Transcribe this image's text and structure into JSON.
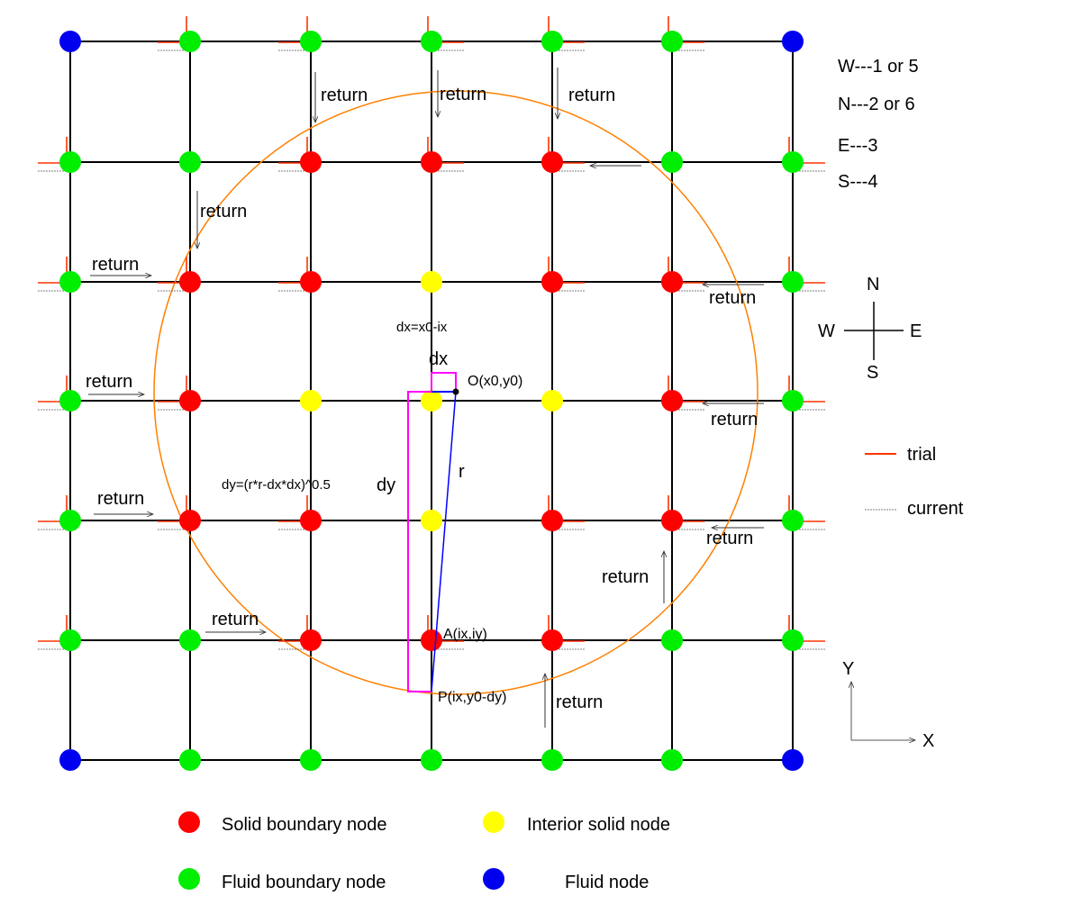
{
  "grid": {
    "node_types": [
      [
        "F",
        "B",
        "B",
        "B",
        "B",
        "B",
        "F"
      ],
      [
        "B",
        "B",
        "S",
        "S",
        "S",
        "B",
        "B"
      ],
      [
        "B",
        "S",
        "S",
        "I",
        "S",
        "S",
        "B"
      ],
      [
        "B",
        "S",
        "I",
        "I",
        "I",
        "S",
        "B"
      ],
      [
        "B",
        "S",
        "S",
        "I",
        "S",
        "S",
        "B"
      ],
      [
        "B",
        "B",
        "S",
        "S",
        "S",
        "B",
        "B"
      ],
      [
        "F",
        "B",
        "B",
        "B",
        "B",
        "B",
        "F"
      ]
    ],
    "colors": {
      "S": "#ff0000",
      "I": "#ffff00",
      "B": "#00ee00",
      "F": "#0000ee",
      "circle": "#ff8000",
      "trial": "#ff3300",
      "construct": "#ff00ff",
      "radius": "#0000ff"
    }
  },
  "directions": [
    "W---1 or 5",
    "N---2 or 6",
    "E---3",
    "S---4"
  ],
  "compass": {
    "n": "N",
    "s": "S",
    "e": "E",
    "w": "W"
  },
  "line_legend": {
    "trial": "trial",
    "current": "current"
  },
  "axes": {
    "y": "Y",
    "x": "X"
  },
  "annotations": {
    "dx_formula": "dx=x0-ix",
    "dx": "dx",
    "center": "O(x0,y0)",
    "dy_formula": "dy=(r*r-dx*dx)^0.5",
    "dy": "dy",
    "r": "r",
    "a_point": "A(ix,iy)",
    "p_point": "P(ix,y0-dy)"
  },
  "returns": [
    "return",
    "return",
    "return",
    "return",
    "return",
    "return",
    "return",
    "return",
    "return",
    "return",
    "return",
    "return",
    "return"
  ],
  "node_legend": {
    "solid_boundary": "Solid boundary node",
    "interior_solid": "Interior solid node",
    "fluid_boundary": "Fluid boundary node",
    "fluid": "Fluid node"
  }
}
